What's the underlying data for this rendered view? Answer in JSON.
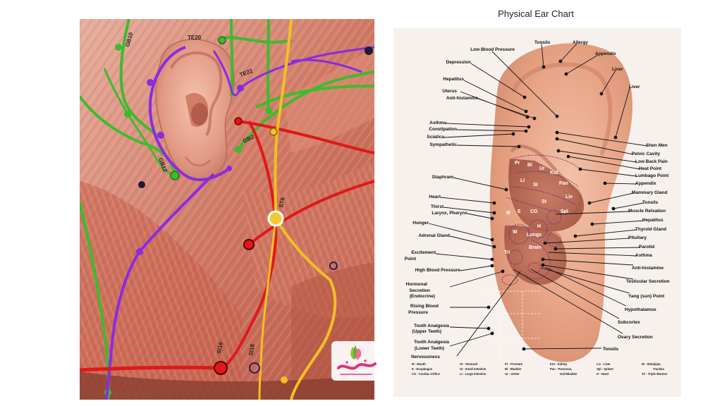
{
  "left_diagram": {
    "meridian_labels": [
      "GB10",
      "TE20",
      "TE22",
      "GB12",
      "GB2",
      "ST6",
      "SI16",
      "SI18"
    ]
  },
  "ear_chart": {
    "title": "Physical Ear Chart",
    "left_labels": [
      "Low Blood Pressure",
      "Depression",
      "Hepatitus",
      "Uterus",
      "Anti-histamine",
      "Asthma",
      "Constipation",
      "Sciatica",
      "Sympathetic",
      "Diaphram",
      "Heart",
      "Thirst",
      "Larynx, Pharynx",
      "Hunger",
      "Adrenal Gland",
      "Excitement",
      "Point",
      "High Blood Pressure",
      "Hormonal",
      "Secretion",
      "(Endocrine)",
      "Rising Blood",
      "Pressure",
      "Tooth Analgesia",
      "(Upper Teeth)",
      "Tooth Analgesia",
      "(Lower Teeth)",
      "Nervousness"
    ],
    "top_labels": [
      "Tonsils",
      "Allergy",
      "Appendix",
      "Liver",
      "Liver"
    ],
    "right_labels": [
      "Shen Men",
      "Pelvic Cavity",
      "Low Back Pain",
      "Heat Point",
      "Lumbago Point",
      "Appendix",
      "Mammary Gland",
      "Tonsils",
      "Muscle Relxation",
      "Hepatitus",
      "Thyroid Gland",
      "Pituitary",
      "Parotid",
      "Asthma",
      "Anti-histamine",
      "Testicular Secretion",
      "Yang (sun) Point",
      "Hypothalamus",
      "Subcortex",
      "Ovary Secretion",
      "Tonsils"
    ],
    "map_labels": [
      "Pr",
      "Bl",
      "Ur",
      "Kid",
      "SI",
      "LI",
      "Pan",
      "Liv",
      "St",
      "M",
      "E",
      "CO",
      "Spl",
      "H",
      "W",
      "Lungs",
      "Tri",
      "Brain"
    ],
    "legend": [
      "M - Mouth",
      "E - Esophagus",
      "CO - Cardiac Orifice",
      "St - Stomach",
      "SI - Small Intestine",
      "LI - Large Intestine",
      "Pr - Prostate",
      "Bl - Bladder",
      "Ur - Ureter",
      "Kid - Kidney",
      "Pan - Pancreas,",
      "Gall Bladder",
      "Liv - Liver",
      "Spl - Spleen",
      "H - Heart",
      "W - Windpipe,",
      "Trachea",
      "Tri - Triple Warmer"
    ]
  },
  "colors": {
    "green_meridian": "#3dbb2e",
    "purple_meridian": "#8a2be2",
    "red_meridian": "#e01818",
    "yellow_meridian": "#f2c020",
    "skin": "#e9a48c",
    "muscle": "#c8604c"
  },
  "logo": {
    "icon": "lily-logo-icon"
  }
}
